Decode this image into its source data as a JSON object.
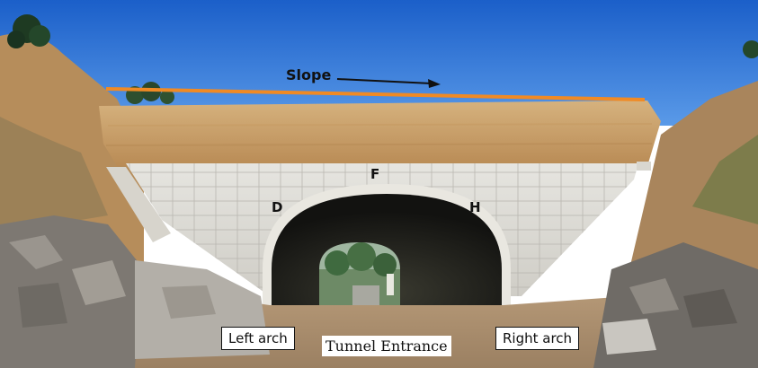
{
  "annotations": {
    "slope_label": "Slope",
    "point_f": "F",
    "point_d": "D",
    "point_h": "H",
    "left_arch": "Left arch",
    "right_arch": "Right arch",
    "tunnel_entrance": "Tunnel Entrance"
  },
  "colors": {
    "sky": "#1f6fd6",
    "soil": "#c8a06a",
    "wall": "#dcdcd6",
    "arch_rim": "#e8e6df",
    "tunnel_interior": "#1a1a16",
    "slope_line": "#f08a24",
    "rock": "#8a8680"
  }
}
